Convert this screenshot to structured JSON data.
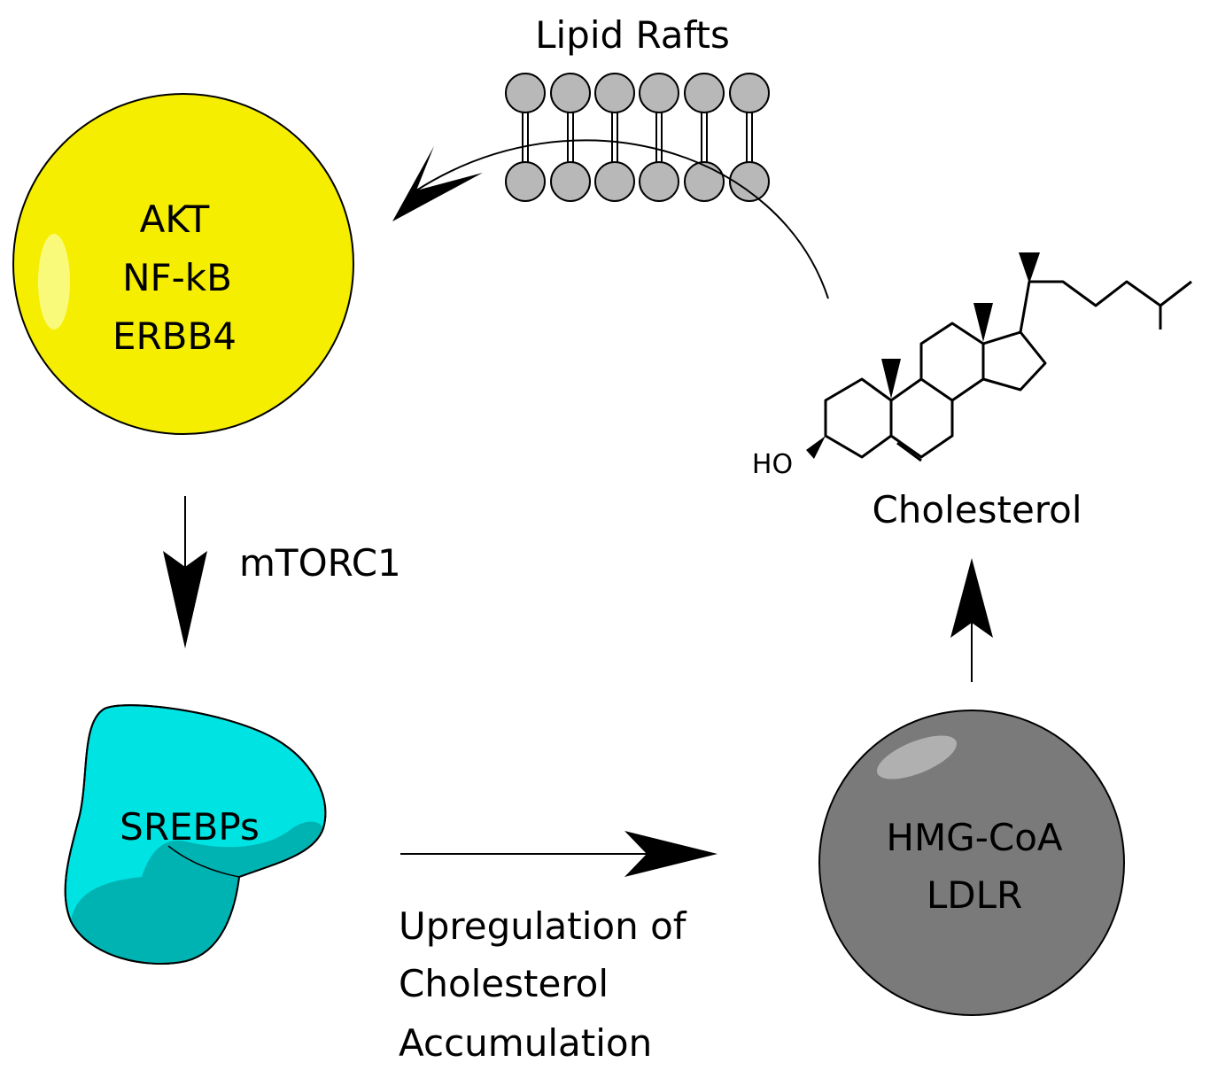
{
  "labels": {
    "lipid_rafts": "Lipid Rafts",
    "akt_lines": [
      "AKT",
      "NF-kB",
      "ERBB4"
    ],
    "mtorc1": "mTORC1",
    "srebps": "SREBPs",
    "upregulation_lines": [
      "Upregulation of",
      "Cholesterol",
      "Accumulation"
    ],
    "hmg_lines": [
      "HMG-CoA",
      "LDLR"
    ],
    "cholesterol": "Cholesterol",
    "ho": "HO"
  },
  "colors": {
    "akt_fill": "#f5ee00",
    "akt_highlight": "#fafa7a",
    "srebp_light": "#00e3e3",
    "srebp_dark": "#00b3b3",
    "hmg_fill": "#7a7a7a",
    "hmg_highlight": "#b0b0b0",
    "lipid_head": "#b8b8b8",
    "line": "#000000"
  }
}
